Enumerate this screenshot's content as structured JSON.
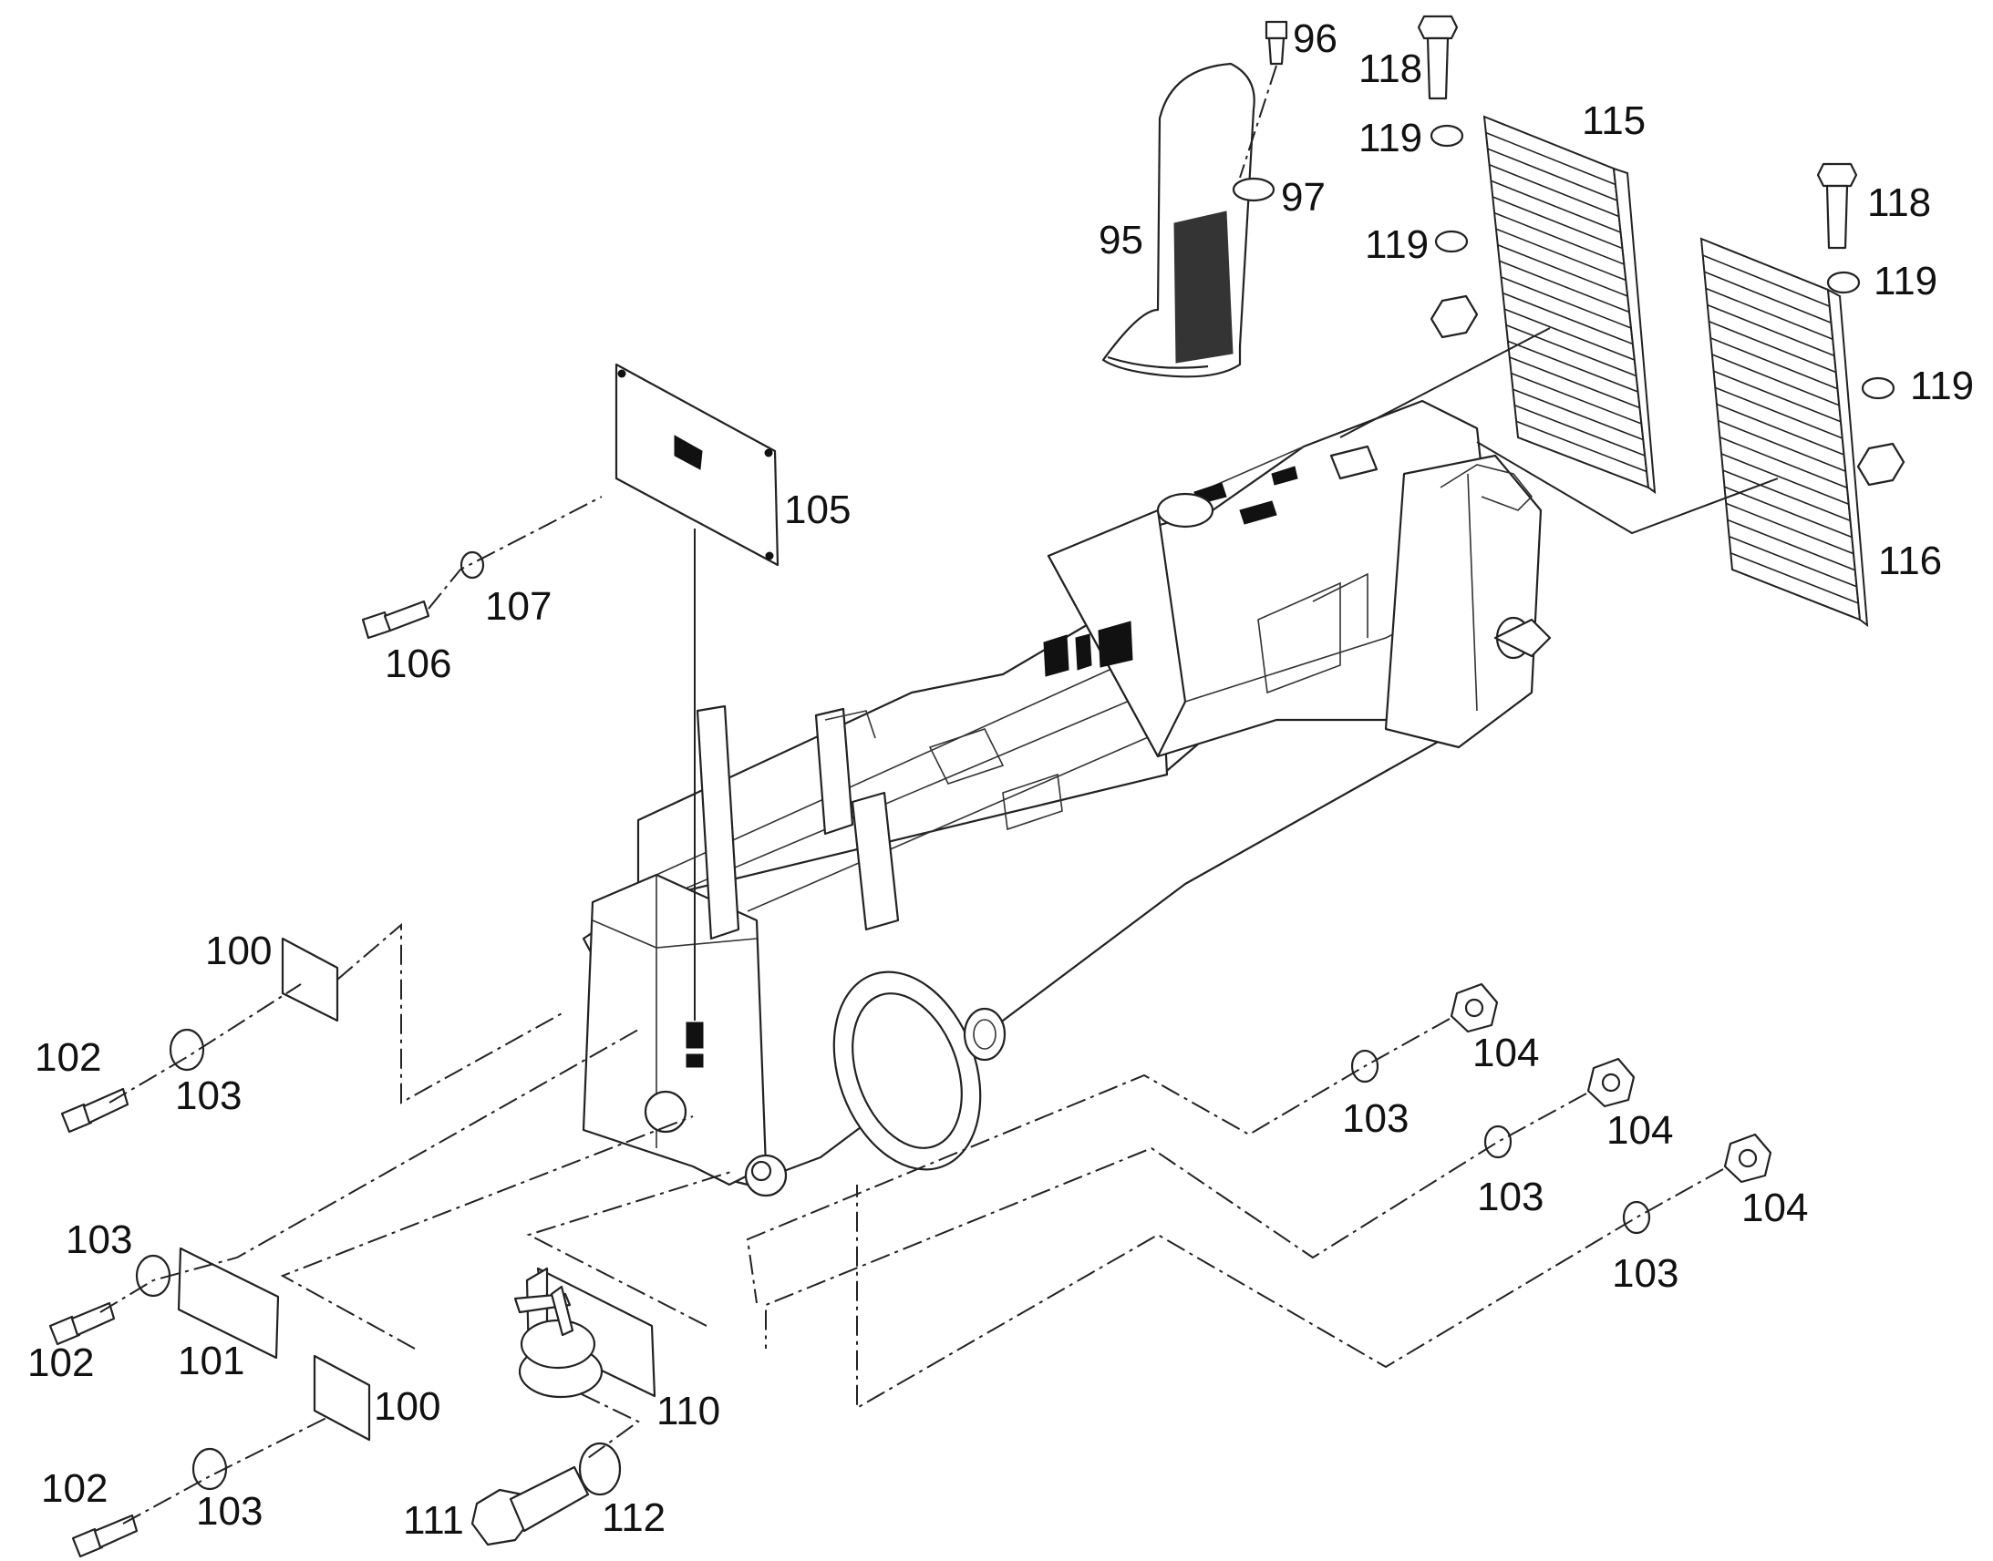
{
  "diagram": {
    "callouts": [
      {
        "id": "c95",
        "label": "95"
      },
      {
        "id": "c96",
        "label": "96"
      },
      {
        "id": "c97",
        "label": "97"
      },
      {
        "id": "c100a",
        "label": "100"
      },
      {
        "id": "c100b",
        "label": "100"
      },
      {
        "id": "c101",
        "label": "101"
      },
      {
        "id": "c102a",
        "label": "102"
      },
      {
        "id": "c102b",
        "label": "102"
      },
      {
        "id": "c102c",
        "label": "102"
      },
      {
        "id": "c103a",
        "label": "103"
      },
      {
        "id": "c103b",
        "label": "103"
      },
      {
        "id": "c103c",
        "label": "103"
      },
      {
        "id": "c103d",
        "label": "103"
      },
      {
        "id": "c103e",
        "label": "103"
      },
      {
        "id": "c103f",
        "label": "103"
      },
      {
        "id": "c104a",
        "label": "104"
      },
      {
        "id": "c104b",
        "label": "104"
      },
      {
        "id": "c104c",
        "label": "104"
      },
      {
        "id": "c105",
        "label": "105"
      },
      {
        "id": "c106",
        "label": "106"
      },
      {
        "id": "c107",
        "label": "107"
      },
      {
        "id": "c110",
        "label": "110"
      },
      {
        "id": "c111",
        "label": "111"
      },
      {
        "id": "c112",
        "label": "112"
      },
      {
        "id": "c115",
        "label": "115"
      },
      {
        "id": "c116",
        "label": "116"
      },
      {
        "id": "c118a",
        "label": "118"
      },
      {
        "id": "c118b",
        "label": "118"
      },
      {
        "id": "c119a",
        "label": "119"
      },
      {
        "id": "c119b",
        "label": "119"
      },
      {
        "id": "c119c",
        "label": "119"
      },
      {
        "id": "c119d",
        "label": "119"
      }
    ]
  }
}
